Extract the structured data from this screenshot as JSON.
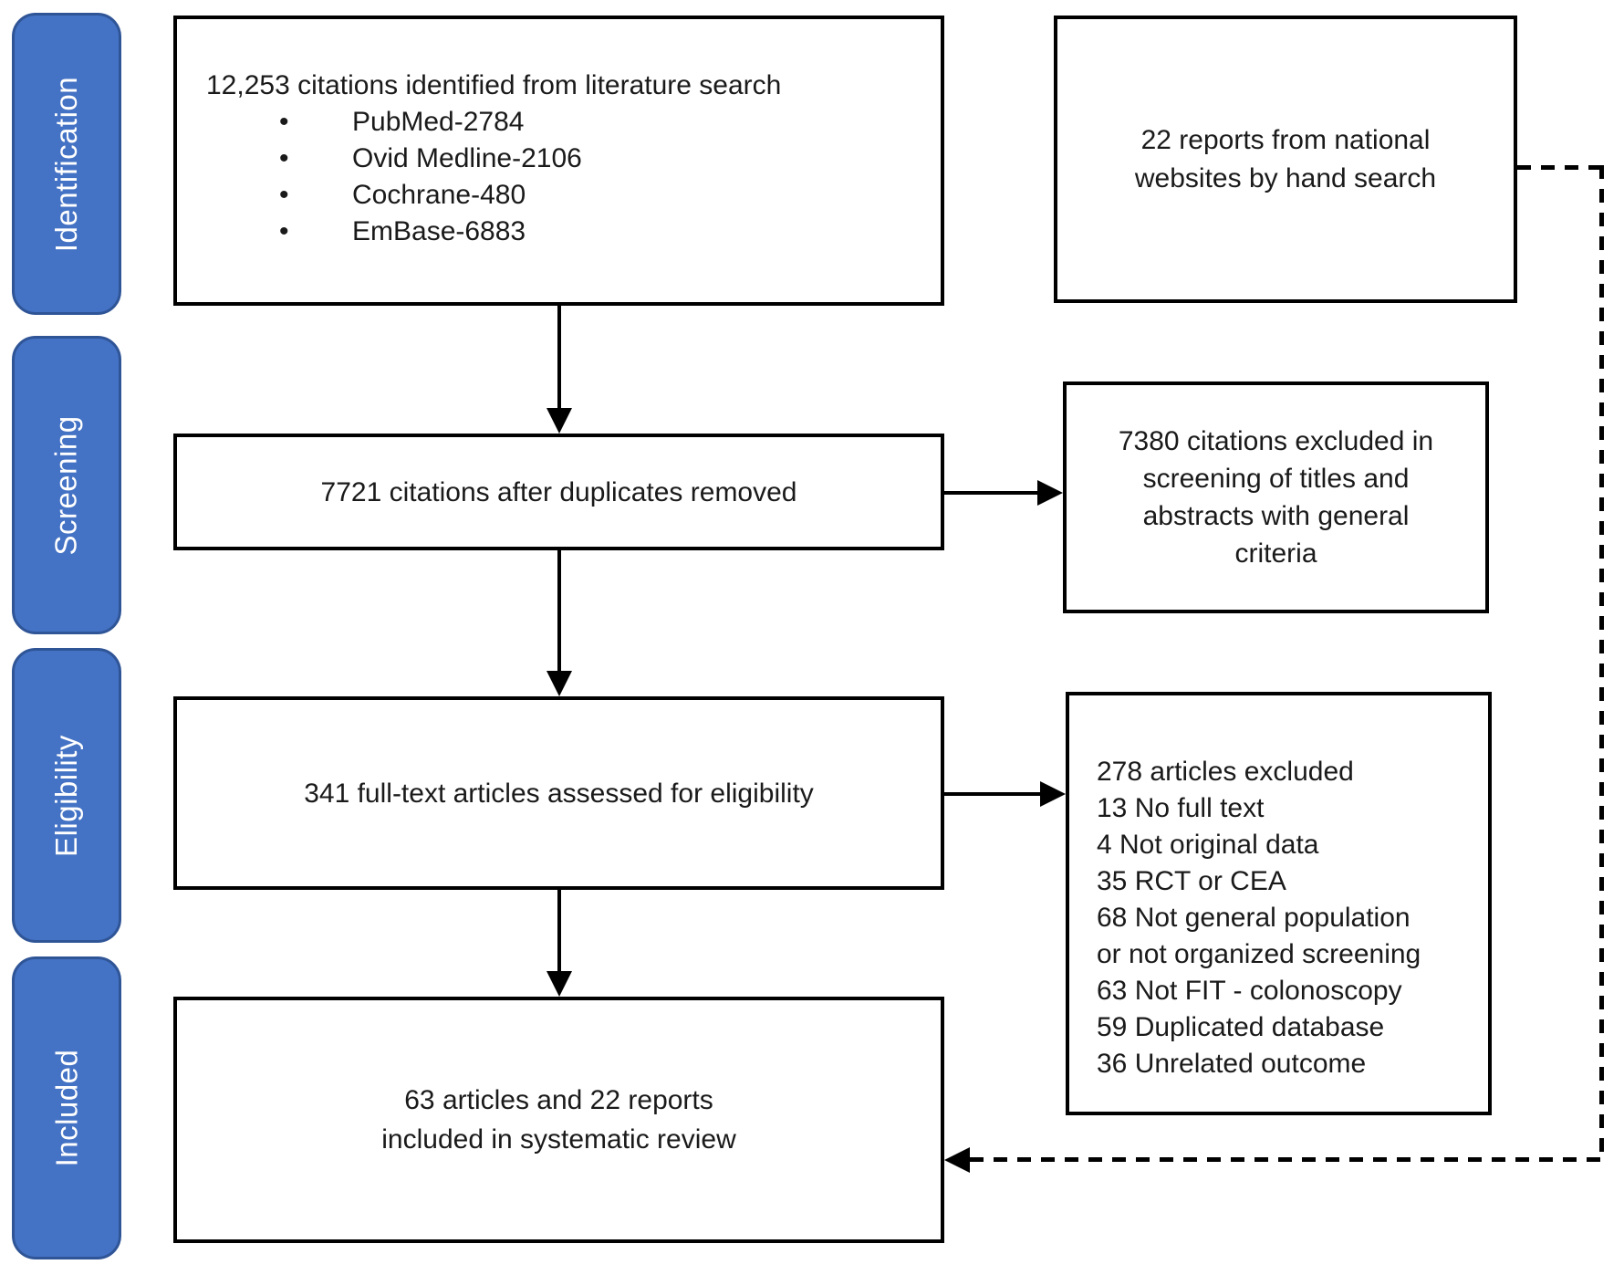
{
  "stages": {
    "identification": "Identification",
    "screening": "Screening",
    "eligibility": "Eligibility",
    "included": "Included"
  },
  "flow": {
    "identification_box": {
      "title": "12,253 citations identified from literature search",
      "bullet_char": "•",
      "bullets": [
        "PubMed-2784",
        "Ovid Medline-2106",
        "Cochrane-480",
        "EmBase-6883"
      ]
    },
    "screening_box": {
      "text": "7721 citations after duplicates removed"
    },
    "eligibility_box": {
      "text": "341 full-text articles assessed for eligibility"
    },
    "included_box": {
      "lines": [
        "63 articles and 22 reports",
        "included in systematic review"
      ]
    }
  },
  "side_boxes": {
    "hand_search": {
      "lines": [
        "22 reports from national",
        "websites by hand search"
      ]
    },
    "screening_excluded": {
      "lines": [
        "7380 citations excluded in",
        "screening of titles and",
        "abstracts with general",
        "criteria"
      ]
    },
    "fulltext_excluded": {
      "lines": [
        "278 articles excluded",
        "13 No full text",
        "4 Not original data",
        "35 RCT or CEA",
        "68 Not general population",
        "or not organized screening",
        "63 Not FIT - colonoscopy",
        "59 Duplicated database",
        "36 Unrelated outcome"
      ]
    }
  },
  "colors": {
    "stage_fill": "#4472C4",
    "stage_border": "#2F5597",
    "stage_text": "#FFFFFF",
    "box_border": "#000000",
    "text": "#1A1A1A",
    "background": "#FFFFFF"
  }
}
